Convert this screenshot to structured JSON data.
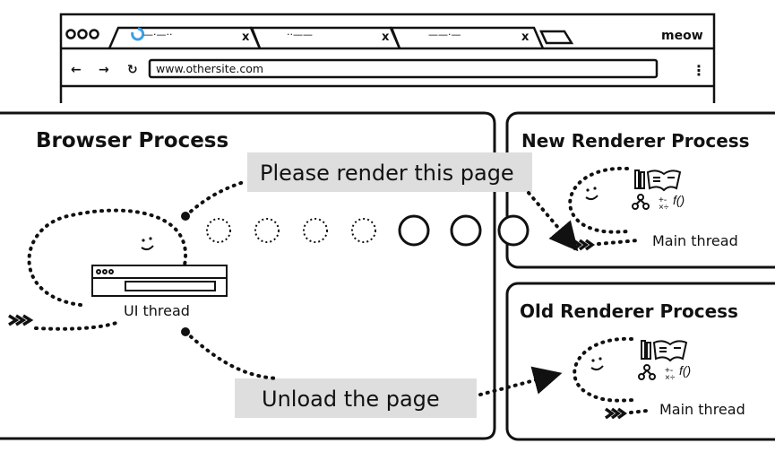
{
  "browser_window": {
    "tabs": [
      {
        "label": "—·—··"
      },
      {
        "label": "··——"
      },
      {
        "label": "——·—"
      }
    ],
    "profile": "meow",
    "url": "www.othersite.com"
  },
  "browser_process": {
    "title": "Browser Process",
    "ui_thread_label": "UI thread",
    "message_render": "Please render this page",
    "message_unload": "Unload the page"
  },
  "new_renderer": {
    "title": "New Renderer Process",
    "main_thread_label": "Main thread"
  },
  "old_renderer": {
    "title": "Old Renderer Process",
    "main_thread_label": "Main thread"
  },
  "colors": {
    "ink": "#111111",
    "label_bg": "#dedede",
    "loading_icon": "#3aa0e8"
  }
}
